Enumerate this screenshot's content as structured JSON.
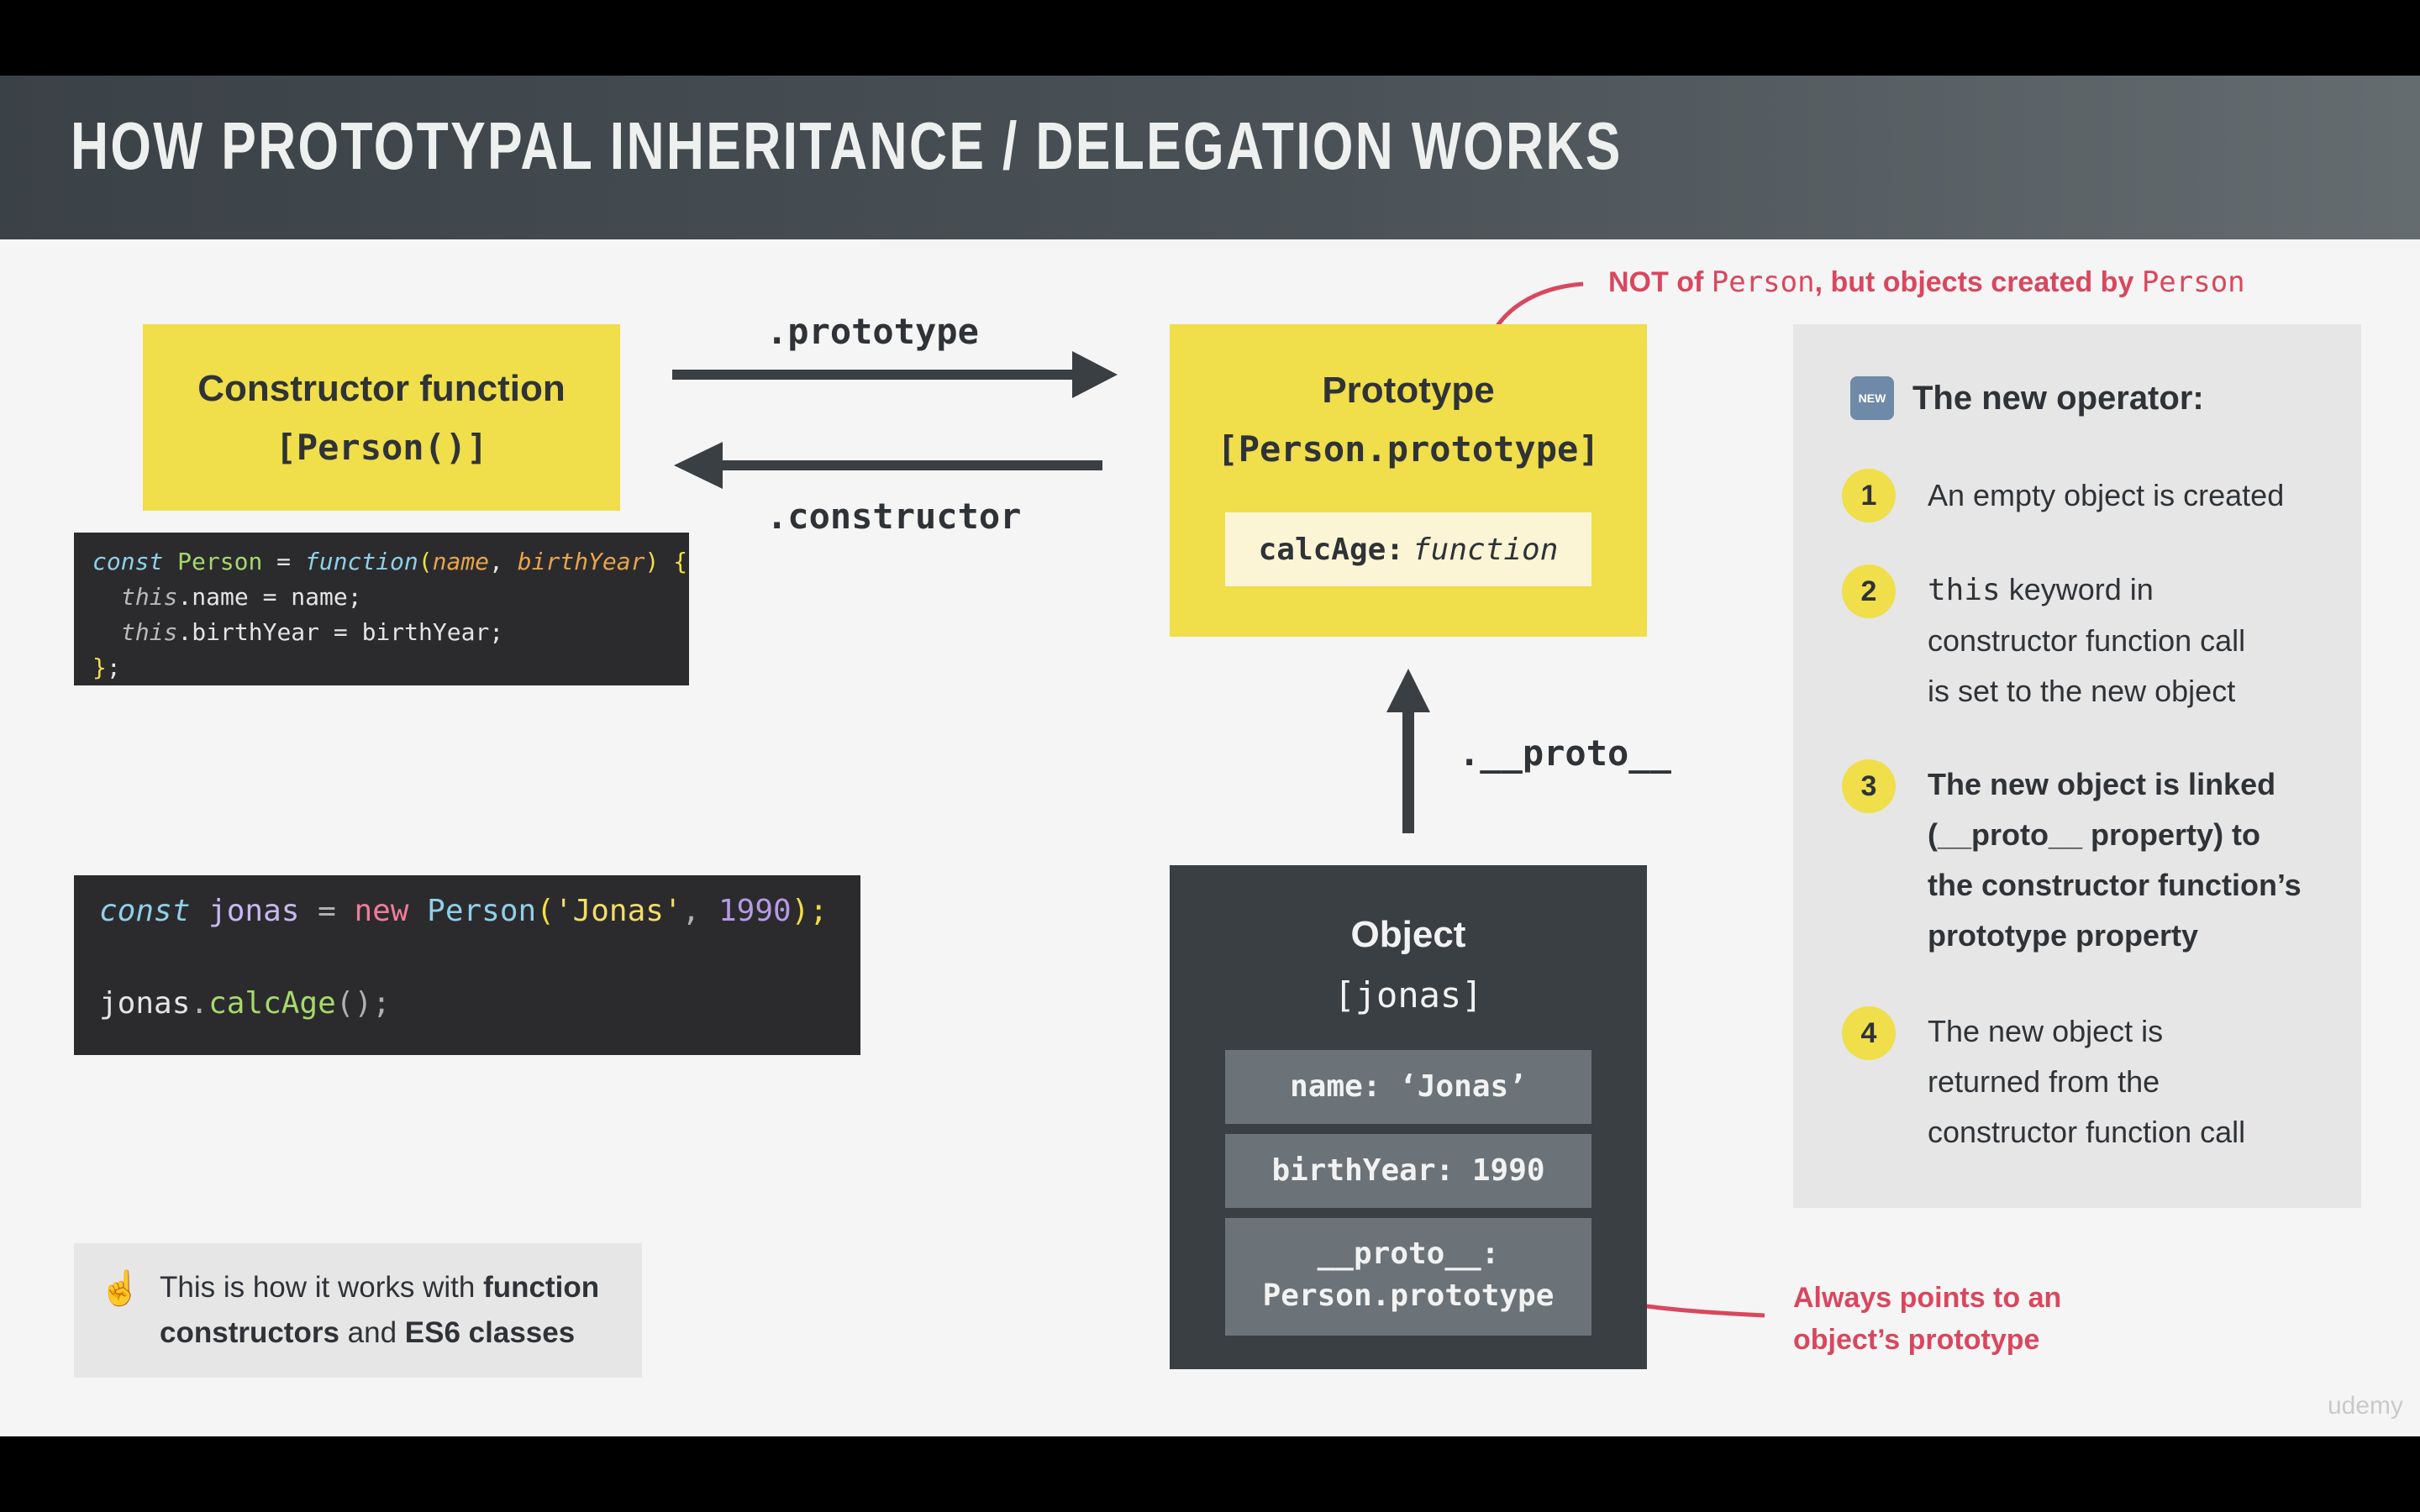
{
  "slide": {
    "title": "HOW PROTOTYPAL INHERITANCE / DELEGATION WORKS",
    "constructor_box": {
      "title": "Constructor function",
      "name": "[Person()]"
    },
    "prototype_box": {
      "title": "Prototype",
      "name": "[Person.prototype]",
      "method_key": "calcAge:",
      "method_val": "function"
    },
    "object_box": {
      "title": "Object",
      "name": "[jonas]",
      "props": [
        "name: ‘Jonas’",
        "birthYear: 1990"
      ],
      "proto_line1": "__proto__:",
      "proto_line2": "Person.prototype"
    },
    "arrows": {
      "prototype": ".prototype",
      "constructor": ".constructor",
      "proto": ".__proto__"
    },
    "annotation_top": {
      "p1": "NOT of ",
      "c1": "Person",
      "p2": ", but objects ",
      "b1": "created by",
      "p3": " ",
      "c2": "Person"
    },
    "annotation_bottom": {
      "line1": "Always points to an",
      "line2": "object’s prototype"
    },
    "code_constructor": {
      "l1_const": "const",
      "l1_name": "Person",
      "l1_eq": " = ",
      "l1_fn": "function",
      "l1_open": "(",
      "l1_p1": "name",
      "l1_comma": ", ",
      "l1_p2": "birthYear",
      "l1_close": ") ",
      "l1_brace": "{",
      "l2_this": "this",
      "l2_rest": ".name = name;",
      "l3_this": "this",
      "l3_rest": ".birthYear = birthYear;",
      "l4_brace": "}",
      "l4_semi": ";"
    },
    "code_instance": {
      "l1_const": "const",
      "l1_var": " jonas ",
      "l1_eq": "= ",
      "l1_new": "new",
      "l1_cls": " Person",
      "l1_open": "(",
      "l1_str": "'Jonas'",
      "l1_comma": ", ",
      "l1_num": "1990",
      "l1_close": ");",
      "l2_obj": "jonas",
      "l2_dot": ".",
      "l2_method": "calcAge",
      "l2_call": "();"
    },
    "new_operator": {
      "badge": "NEW",
      "heading": "The new operator:",
      "steps": [
        {
          "n": "1",
          "lines": [
            "An empty object is created"
          ]
        },
        {
          "n": "2",
          "code": "this",
          "lines": [
            " keyword in",
            "constructor function call",
            "is set to the new object"
          ]
        },
        {
          "n": "3",
          "lines": [
            "The new object is linked",
            "(__proto__ property) to",
            "the constructor function’s",
            "prototype property"
          ]
        },
        {
          "n": "4",
          "lines": [
            "The new object is",
            "returned from the",
            "constructor function call"
          ]
        }
      ]
    },
    "note": {
      "icon": "☝",
      "t1": "This is how it works with ",
      "b1": "function",
      "b2": "constructors",
      "t2": " and ",
      "b3": "ES6 classes"
    },
    "watermark": "udemy"
  },
  "colors": {
    "yellow": "#f0de4a",
    "dark": "#3a3f44",
    "accent_red": "#d9475e",
    "code_bg": "#2b2b2e"
  }
}
